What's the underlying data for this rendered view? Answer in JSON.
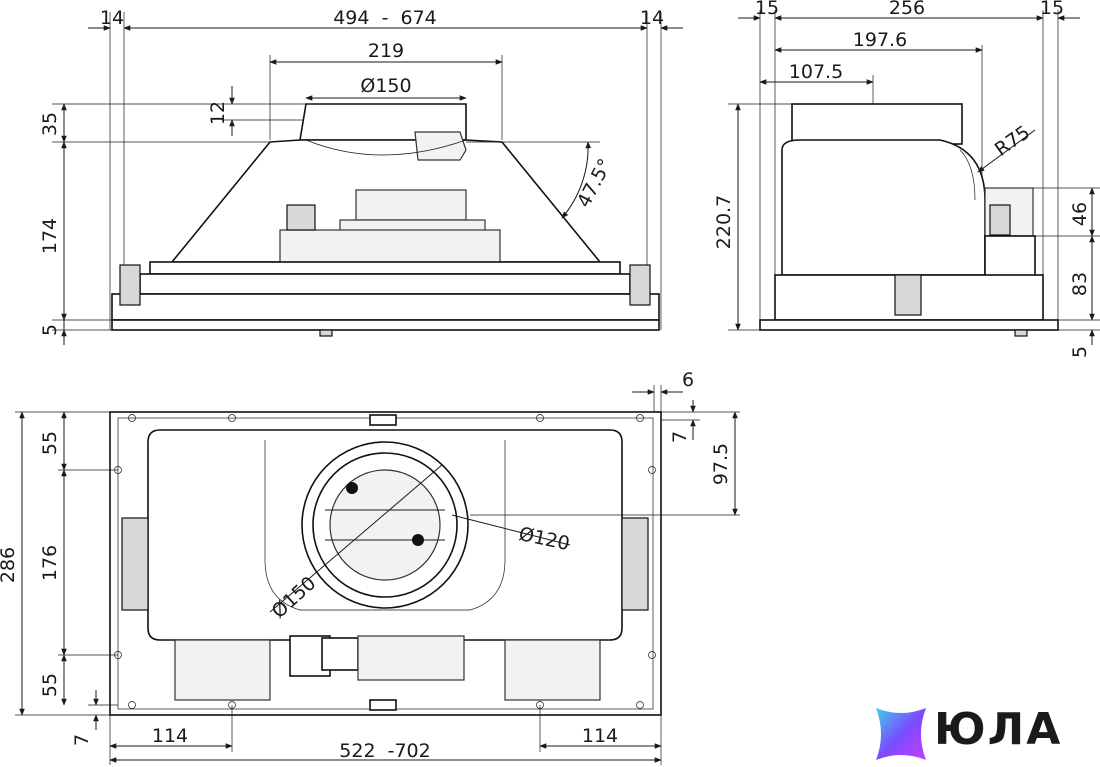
{
  "front_view": {
    "width_range": "494  -  674",
    "side_left": "14",
    "side_right": "14",
    "outlet_span": "219",
    "outlet_diameter": "Ø150",
    "outlet_height": "12",
    "top_height": "35",
    "body_height": "174",
    "bottom_height": "5",
    "angle": "47.5°"
  },
  "side_view": {
    "side_left": "15",
    "depth": "256",
    "side_right": "15",
    "offset_large": "197.6",
    "offset_small": "107.5",
    "radius": "R75",
    "total_height": "220.7",
    "upper_height": "46",
    "lower_height": "83",
    "bottom_height": "5"
  },
  "plan_view": {
    "total_depth": "286",
    "front_band": "55",
    "middle_band": "176",
    "rear_band": "55",
    "edge_offset": "7",
    "corner_offset_x": "6",
    "corner_offset_y": "7",
    "center_offset": "97.5",
    "inner_diameter": "Ø120",
    "outer_diameter": "Ø150",
    "fix_left": "114",
    "fix_right": "114",
    "width_range": "522  -702"
  },
  "brand": {
    "name": "ЮЛА",
    "colors": {
      "cyan": "#3fd0f0",
      "violet": "#7a4dff",
      "magenta": "#c43cff"
    }
  }
}
